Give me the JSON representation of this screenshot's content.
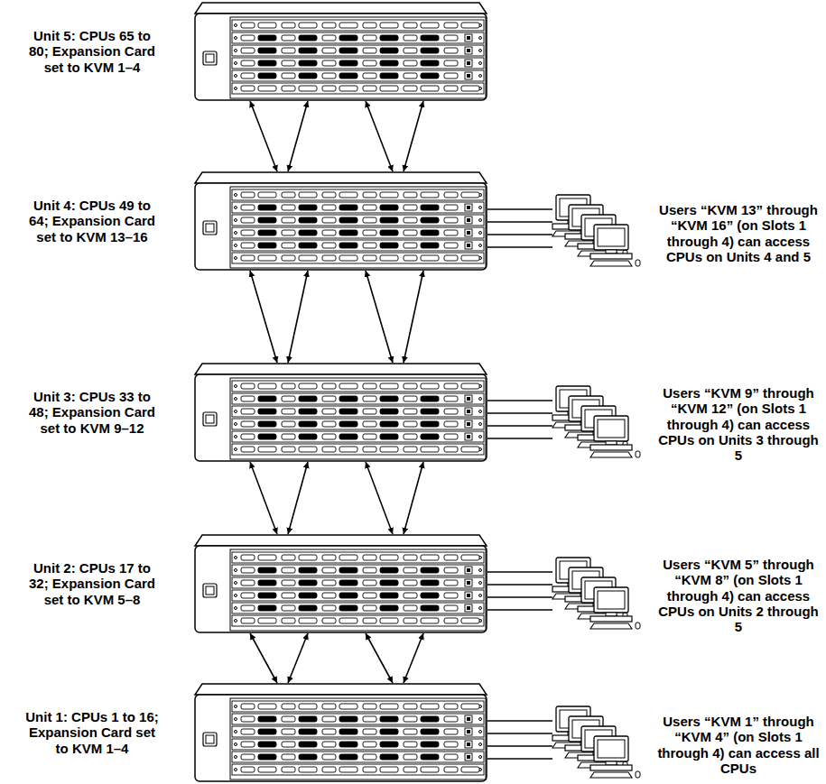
{
  "diagram": {
    "nodes": [
      {
        "text": [
          "Unit 5: CPUs 65 to 80; Expansion Card set to KVM 1–4"
        ]
      },
      {
        "text": [
          "Unit 4: CPUs 49 to 64; Expansion Card set to KVM 13–16"
        ]
      },
      {
        "text": [
          "Users “KVM 13” through “KVM 16” (on Slots 1 through 4) can access CPUs on Units 4 and 5"
        ]
      },
      {
        "text": [
          "Unit 3: CPUs 33 to 48; Expansion Card set to KVM 9–12"
        ]
      },
      {
        "text": [
          "Users “KVM 9” through “KVM 12” (on Slots 1 through 4) can access CPUs on Units 3 through 5"
        ]
      },
      {
        "text": [
          "Unit 2: CPUs 17 to 32; Expansion Card set to KVM 5–8"
        ]
      },
      {
        "text": [
          "Users “KVM 5” through “KVM 8” (on Slots 1 through 4) can access CPUs on Units 2 through 5"
        ]
      },
      {
        "text": [
          "Unit 1: CPUs 1 to 16; Expansion Card set to KVM 1–4"
        ]
      },
      {
        "text": [
          "Users “KVM 1” through “KVM 4” (on Slots 1 through 4) can access all CPUs"
        ]
      }
    ],
    "edges": [
      {
        "from": 0,
        "to": 1,
        "arrow": "both"
      },
      {
        "from": 0,
        "to": 1,
        "arrow": "both"
      },
      {
        "from": 0,
        "to": 1,
        "arrow": "both"
      },
      {
        "from": 0,
        "to": 1,
        "arrow": "both"
      },
      {
        "from": 1,
        "to": 3,
        "arrow": "both"
      },
      {
        "from": 1,
        "to": 3,
        "arrow": "both"
      },
      {
        "from": 1,
        "to": 3,
        "arrow": "both"
      },
      {
        "from": 1,
        "to": 3,
        "arrow": "both"
      },
      {
        "from": 3,
        "to": 5,
        "arrow": "both"
      },
      {
        "from": 3,
        "to": 5,
        "arrow": "both"
      },
      {
        "from": 3,
        "to": 5,
        "arrow": "both"
      },
      {
        "from": 3,
        "to": 5,
        "arrow": "both"
      },
      {
        "from": 5,
        "to": 7,
        "arrow": "both"
      },
      {
        "from": 5,
        "to": 7,
        "arrow": "both"
      },
      {
        "from": 5,
        "to": 7,
        "arrow": "both"
      },
      {
        "from": 5,
        "to": 7,
        "arrow": "both"
      },
      {
        "from": 1,
        "to": 2,
        "arrow": "none"
      },
      {
        "from": 1,
        "to": 2,
        "arrow": "none"
      },
      {
        "from": 1,
        "to": 2,
        "arrow": "none"
      },
      {
        "from": 1,
        "to": 2,
        "arrow": "none"
      },
      {
        "from": 3,
        "to": 4,
        "arrow": "none"
      },
      {
        "from": 3,
        "to": 4,
        "arrow": "none"
      },
      {
        "from": 3,
        "to": 4,
        "arrow": "none"
      },
      {
        "from": 3,
        "to": 4,
        "arrow": "none"
      },
      {
        "from": 5,
        "to": 6,
        "arrow": "none"
      },
      {
        "from": 5,
        "to": 6,
        "arrow": "none"
      },
      {
        "from": 5,
        "to": 6,
        "arrow": "none"
      },
      {
        "from": 5,
        "to": 6,
        "arrow": "none"
      },
      {
        "from": 7,
        "to": 8,
        "arrow": "none"
      },
      {
        "from": 7,
        "to": 8,
        "arrow": "none"
      },
      {
        "from": 7,
        "to": 8,
        "arrow": "none"
      },
      {
        "from": 7,
        "to": 8,
        "arrow": "none"
      }
    ]
  }
}
